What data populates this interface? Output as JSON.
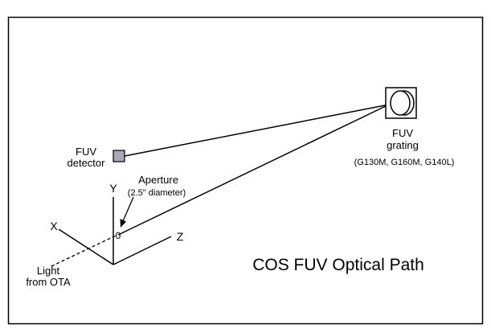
{
  "title": "COS FUV Optical Path",
  "grating": {
    "name_line1": "FUV",
    "name_line2": "grating",
    "modes": "(G130M, G160M, G140L)"
  },
  "detector": {
    "line1": "FUV",
    "line2": "detector",
    "fill_color": "#a9a9b8"
  },
  "aperture": {
    "label": "Aperture",
    "size": "(2.5\" diameter)",
    "marker": "0"
  },
  "light": {
    "line1": "Light",
    "line2": "from OTA"
  },
  "axes": {
    "x": "X",
    "y": "Y",
    "z": "Z"
  }
}
